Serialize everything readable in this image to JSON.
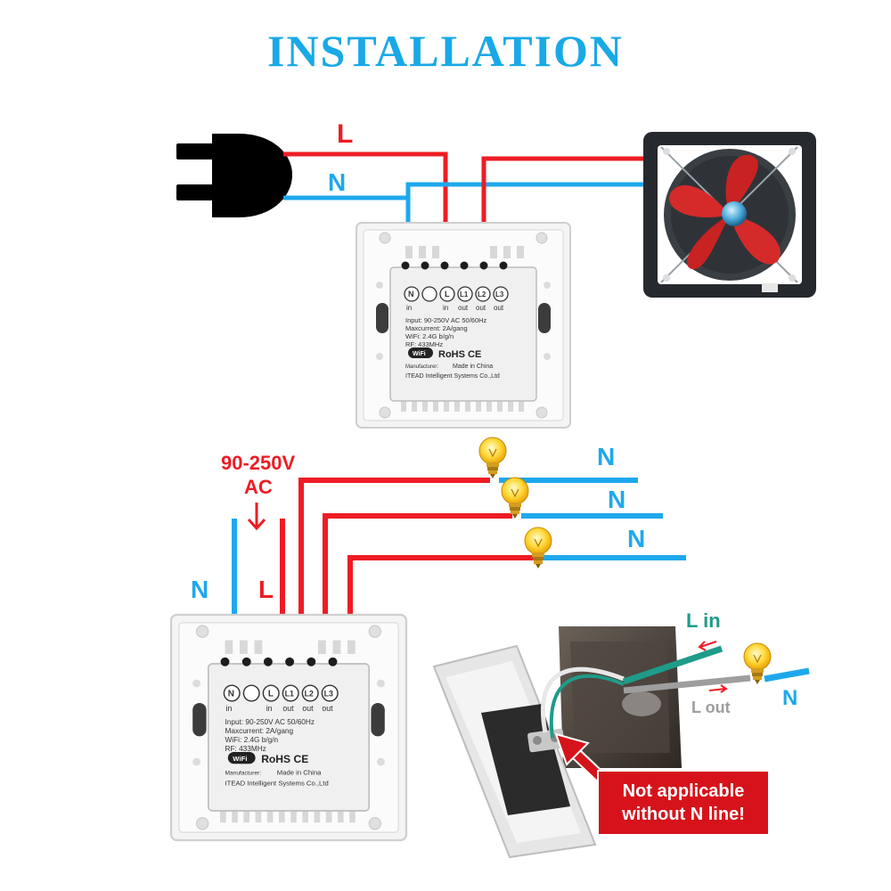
{
  "title": "INSTALLATION",
  "colors": {
    "title": "#19a9e6",
    "live": "#ee1c24",
    "neutral": "#1ea8ec",
    "warning_bg": "#d6131b",
    "l_in_wire": "#1f9b8a",
    "l_out_wire": "#9e9e9e"
  },
  "top": {
    "live_label": "L",
    "neutral_label": "N"
  },
  "bottom": {
    "voltage_line1": "90-250V",
    "voltage_line2": "AC",
    "neutral_label": "N",
    "live_label": "L",
    "load_labels": [
      "N",
      "N",
      "N"
    ]
  },
  "inset": {
    "l_in_label": "L in",
    "l_out_label": "L out",
    "neutral_label": "N",
    "warning_line1": "Not applicable",
    "warning_line2": "without N line!"
  },
  "panel": {
    "terminals": [
      "N",
      "",
      "L",
      "L1",
      "L2",
      "L3"
    ],
    "terminal_subs": [
      "in",
      "",
      "in",
      "out",
      "out",
      "out"
    ],
    "specs": [
      "Input: 90-250V AC 50/60Hz",
      "Maxcurrent: 2A/gang",
      "WiFi: 2.4G b/g/n",
      "RF: 433MHz"
    ],
    "wifi_badge": "WiFi",
    "certs": "RoHS CE",
    "manufacturer_label": "Manufacturer:",
    "made_in": "Made in China",
    "company": "ITEAD Intelligent Systems Co.,Ltd"
  }
}
